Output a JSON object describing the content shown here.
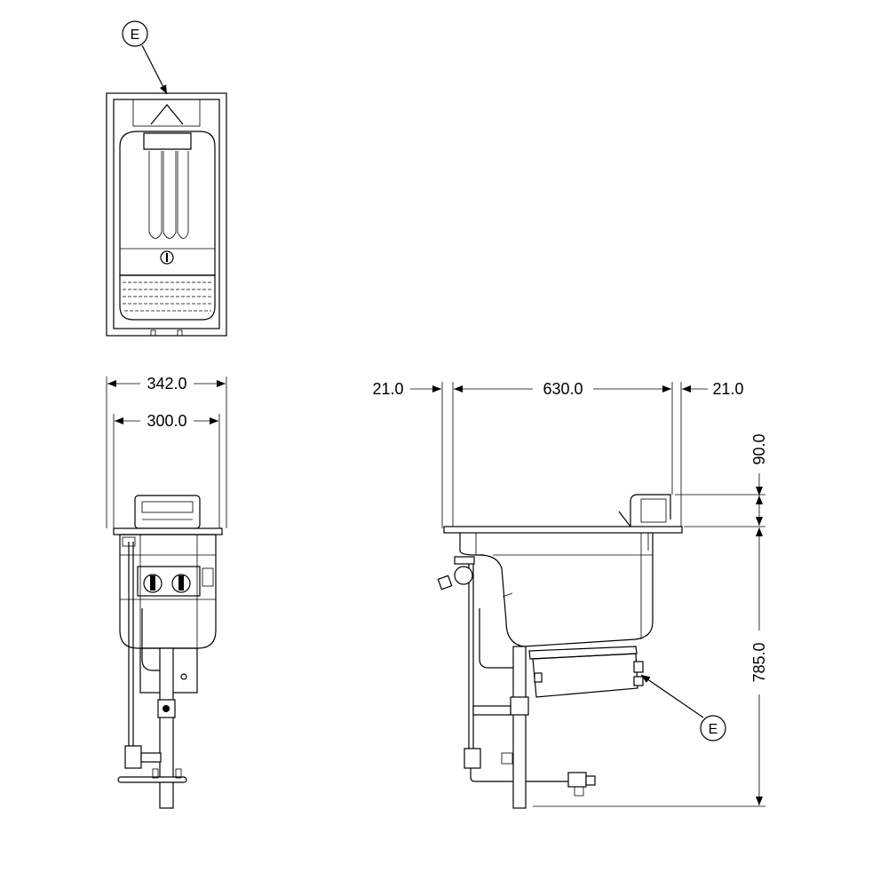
{
  "callouts": {
    "top_view": "E",
    "side_view": "E"
  },
  "front_view": {
    "overall_width": "342.0",
    "cutout_width": "300.0"
  },
  "side_view": {
    "left_flange": "21.0",
    "cutout_length": "630.0",
    "right_flange": "21.0",
    "top_height": "90.0",
    "depth": "785.0"
  },
  "colors": {
    "line": "#000000",
    "background": "#ffffff"
  }
}
